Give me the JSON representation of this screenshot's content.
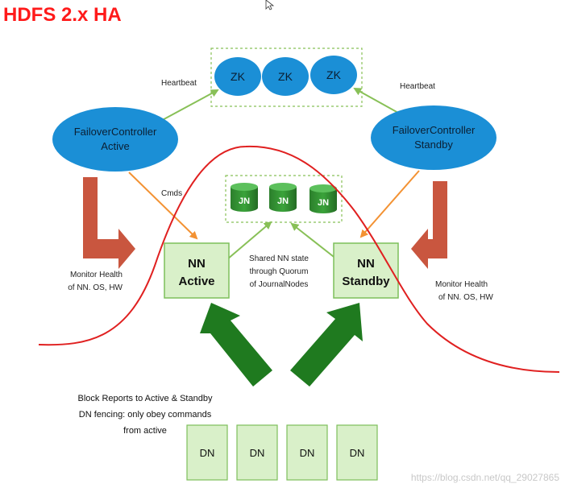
{
  "title": "HDFS 2.x HA",
  "zookeeper": {
    "nodes": [
      "ZK",
      "ZK",
      "ZK"
    ]
  },
  "heartbeat_left": "Heartbeat",
  "heartbeat_right": "Heartbeat",
  "fc_active": {
    "line1": "FailoverController",
    "line2": "Active"
  },
  "fc_standby": {
    "line1": "FailoverController",
    "line2": "Standby"
  },
  "cmds_label": "Cmds",
  "journal": {
    "nodes": [
      "JN",
      "JN",
      "JN"
    ]
  },
  "nn_active": {
    "line1": "NN",
    "line2": "Active"
  },
  "nn_standby": {
    "line1": "NN",
    "line2": "Standby"
  },
  "shared_state": [
    "Shared NN state",
    "through Quorum",
    "of JournalNodes"
  ],
  "monitor_left": [
    "Monitor Health",
    "of NN. OS, HW"
  ],
  "monitor_right": [
    "Monitor Health",
    "of NN. OS, HW"
  ],
  "block_reports": [
    "Block Reports to Active & Standby",
    "DN fencing: only obey commands",
    "from active"
  ],
  "datanodes": [
    "DN",
    "DN",
    "DN",
    "DN"
  ],
  "watermark": "https://blog.csdn.net/qq_29027865",
  "colors": {
    "title": "#ff1a1a",
    "ellipse": "#1b8fd6",
    "node_green": "#2e8b2e",
    "box_fill": "#d9f0c9",
    "box_stroke": "#7dbf5a",
    "orange_arrow": "#f39233",
    "green_arrow": "#88c057",
    "red_arrow": "#c9563f",
    "dark_green_arrow": "#1f7a1f",
    "red_curve": "#e02020"
  }
}
